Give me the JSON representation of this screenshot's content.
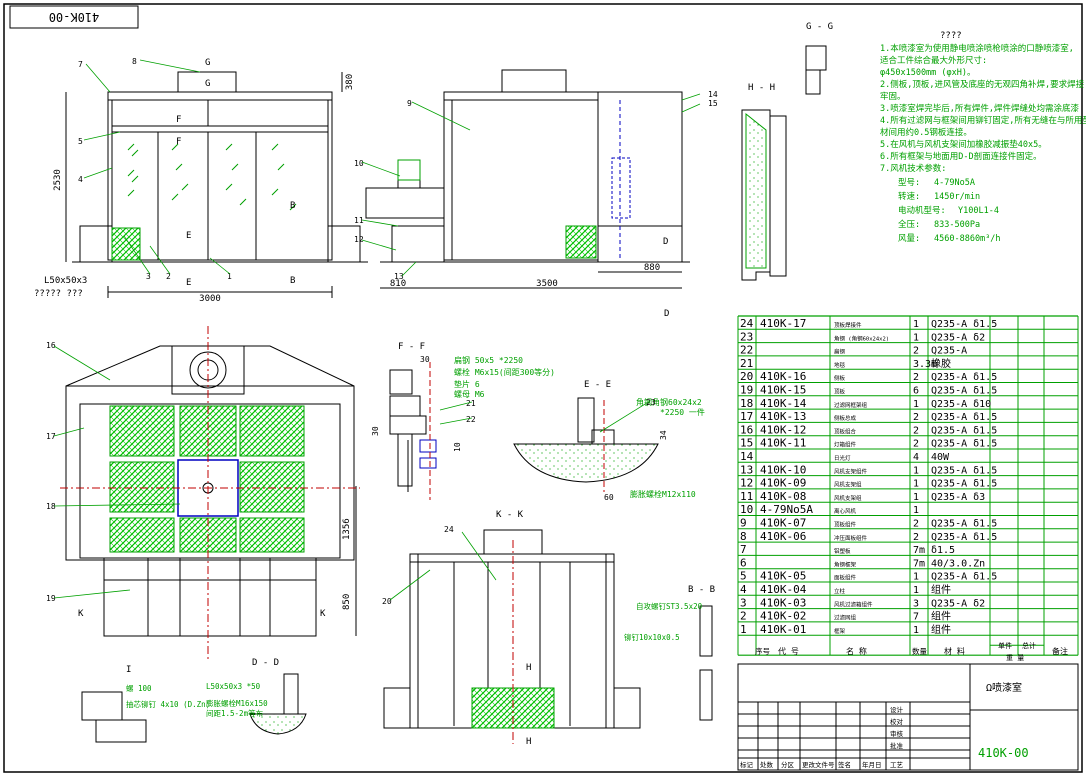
{
  "drawing_number": "410K-00",
  "title_block": {
    "product_name": "Ω喷漆室",
    "drawing_no": "410K-00",
    "roles": [
      "设计",
      "校对",
      "审核",
      "批准",
      "工艺"
    ],
    "bottom_labels": [
      "标记",
      "处数",
      "分区",
      "更改文件号",
      "签名",
      "年月日"
    ]
  },
  "notes": {
    "heading": "????",
    "lines": [
      "1.本喷漆室为使用静电喷涂喷枪喷涂的口静喷漆室,",
      "适合工件综合最大外形尺寸:",
      "φ450x1500mm (φxH)。",
      "2.侧板,顶板,进风管及底座的无观四角补焊,要求焊接",
      "牢固。",
      "3.喷漆室焊完毕后,所有焊件,焊件焊缝处均需涂底漆",
      "4.所有过滤网与框架间用铆钉固定,所有无缝在与所用型",
      "材间用约0.5钢板连接。",
      "5.在风机与风机支架间加橡胶减振垫40x5。",
      "6.所有框架与地面用D-D剖面连接件固定。",
      "7.风机技术参数:"
    ],
    "fan_specs": [
      {
        "label": "型号:",
        "value": "4-79No5A"
      },
      {
        "label": "转速:",
        "value": "1450r/min"
      },
      {
        "label": "电动机型号:",
        "value": "Y100L1-4"
      },
      {
        "label": "全压:",
        "value": "833-500Pa"
      },
      {
        "label": "风量:",
        "value": "4560-8860m³/h"
      }
    ]
  },
  "bom": {
    "headers": [
      "序号",
      "代 号",
      "名 称",
      "数量",
      "材 料",
      "单件",
      "总计",
      "重 量",
      "备注"
    ],
    "rows": [
      {
        "no": "24",
        "code": "410K-17",
        "name": "顶板焊接件",
        "qty": "1",
        "material": "Q235-A δ1.5"
      },
      {
        "no": "23",
        "code": "",
        "name": "角钢 (角钢60x24x2)",
        "qty": "1",
        "material": "Q235-A δ2"
      },
      {
        "no": "22",
        "code": "",
        "name": "扁钢",
        "qty": "2",
        "material": "Q235-A"
      },
      {
        "no": "21",
        "code": "",
        "name": "地毯",
        "qty": "3.3m",
        "material": "橡胶"
      },
      {
        "no": "20",
        "code": "410K-16",
        "name": "侧板",
        "qty": "2",
        "material": "Q235-A δ1.5"
      },
      {
        "no": "19",
        "code": "410K-15",
        "name": "顶板",
        "qty": "6",
        "material": "Q235-A δ1.5"
      },
      {
        "no": "18",
        "code": "410K-14",
        "name": "过滤网框架组",
        "qty": "1",
        "material": "Q235-A δ10"
      },
      {
        "no": "17",
        "code": "410K-13",
        "name": "侧板总成",
        "qty": "2",
        "material": "Q235-A δ1.5"
      },
      {
        "no": "16",
        "code": "410K-12",
        "name": "顶板组合",
        "qty": "2",
        "material": "Q235-A δ1.5"
      },
      {
        "no": "15",
        "code": "410K-11",
        "name": "灯箱组件",
        "qty": "2",
        "material": "Q235-A δ1.5"
      },
      {
        "no": "14",
        "code": "",
        "name": "日光灯",
        "qty": "4",
        "material": "40W"
      },
      {
        "no": "13",
        "code": "410K-10",
        "name": "风机支架组件",
        "qty": "1",
        "material": "Q235-A δ1.5"
      },
      {
        "no": "12",
        "code": "410K-09",
        "name": "风机支架组",
        "qty": "1",
        "material": "Q235-A δ1.5"
      },
      {
        "no": "11",
        "code": "410K-08",
        "name": "风机支架组",
        "qty": "1",
        "material": "Q235-A δ3"
      },
      {
        "no": "10",
        "code": "4-79No5A",
        "name": "离心风机",
        "qty": "1",
        "material": ""
      },
      {
        "no": "9",
        "code": "410K-07",
        "name": "顶板组件",
        "qty": "2",
        "material": "Q235-A δ1.5"
      },
      {
        "no": "8",
        "code": "410K-06",
        "name": "冲压面板组件",
        "qty": "2",
        "material": "Q235-A δ1.5"
      },
      {
        "no": "7",
        "code": "",
        "name": "铝塑板",
        "qty": "7m",
        "material": "δ1.5"
      },
      {
        "no": "6",
        "code": "",
        "name": "角钢框架",
        "qty": "7m",
        "material": "40/3.0.Zn"
      },
      {
        "no": "5",
        "code": "410K-05",
        "name": "面板组件",
        "qty": "1",
        "material": "Q235-A δ1.5"
      },
      {
        "no": "4",
        "code": "410K-04",
        "name": "立柱",
        "qty": "1",
        "material": "组件"
      },
      {
        "no": "3",
        "code": "410K-03",
        "name": "风机过滤箱组件",
        "qty": "3",
        "material": "Q235-A δ2"
      },
      {
        "no": "2",
        "code": "410K-02",
        "name": "过滤网组",
        "qty": "7",
        "material": "组件"
      },
      {
        "no": "1",
        "code": "410K-01",
        "name": "框架",
        "qty": "1",
        "material": "组件"
      }
    ]
  },
  "views": {
    "gg": "G - G",
    "hh": "H - H",
    "ff": "F - F",
    "ee": "E - E",
    "kk": "K - K",
    "bb": "B - B",
    "dd": "D - D",
    "i": "I"
  },
  "dimensions": {
    "front_width": "3000",
    "front_height": "2530",
    "top_offset": "380",
    "side_width": "3500",
    "side_left": "810",
    "side_right": "880",
    "kk_1356": "1356",
    "kk_850": "850",
    "ff_30": "30",
    "ff_36": "30",
    "ff_10": "10",
    "ee_60": "60",
    "ee_34": "34",
    "angle_label": "L50x50x3",
    "angle_sub": "????? ???",
    "ff_callouts": [
      "扁钢 50x5 *2250",
      "螺栓 M6x15(间距300等分)",
      "垫片 6",
      "螺母 M6"
    ],
    "ee_callouts": [
      "角钢角钢60x24x2",
      "*2250 一件"
    ],
    "ee_bolt": "膨胀螺栓M12x110",
    "bb_callouts": [
      "自攻螺钉ST3.5x20",
      "铆钉10x10x0.5"
    ],
    "dd_callouts": [
      "L50x50x3 *50",
      "膨胀螺栓M16x150",
      "间距1.5-2m等布"
    ],
    "i_callouts": [
      "螺 100",
      "抽芯铆钉 4x10 (D.Zn)"
    ]
  },
  "part_labels": [
    "1",
    "2",
    "3",
    "4",
    "5",
    "7",
    "8",
    "9",
    "10",
    "11",
    "12",
    "13",
    "14",
    "15",
    "16",
    "17",
    "18",
    "19",
    "20",
    "21",
    "22",
    "23",
    "24"
  ],
  "section_marks": [
    "G",
    "G",
    "F",
    "F",
    "E",
    "E",
    "B",
    "B",
    "D",
    "D",
    "H",
    "H",
    "K",
    "K",
    "I"
  ],
  "colors": {
    "border": "#000000",
    "linework": "#000000",
    "dimension": "#000000",
    "annotation": "#00a000",
    "leader": "#00a000",
    "centerline": "#c00000",
    "hatch": "#00c000",
    "pipe_blue": "#0000c0"
  }
}
